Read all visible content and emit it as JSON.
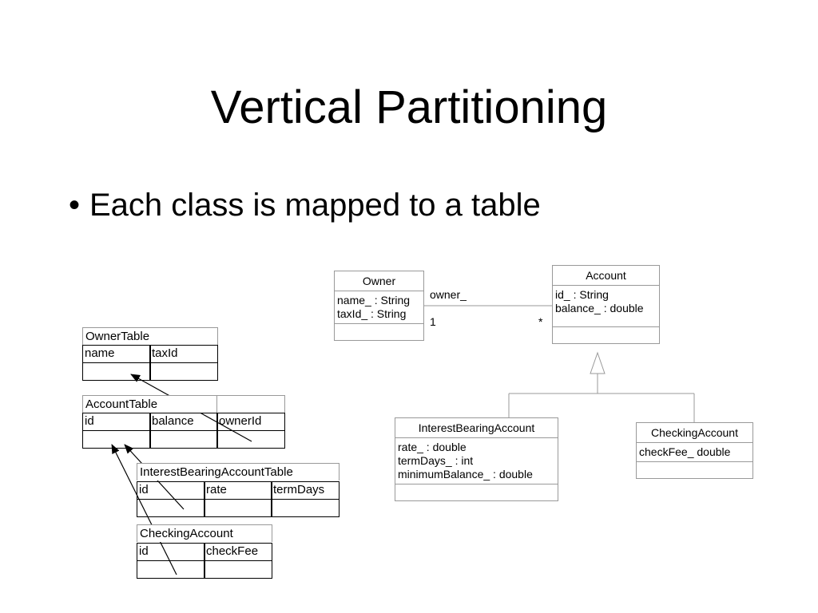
{
  "slide": {
    "title": "Vertical Partitioning",
    "bullet": "Each class is mapped to a table",
    "bullet_marker": "•"
  },
  "uml": {
    "owner": {
      "name": "Owner",
      "attributes": [
        "name_ : String",
        "taxId_ : String"
      ]
    },
    "account": {
      "name": "Account",
      "attributes": [
        "id_ : String",
        "balance_ : double"
      ]
    },
    "interest_bearing": {
      "name": "InterestBearingAccount",
      "attributes": [
        "rate_ : double",
        "termDays_ : int",
        "minimumBalance_ : double"
      ]
    },
    "checking": {
      "name": "CheckingAccount",
      "attributes": [
        "checkFee_ double"
      ]
    },
    "association": {
      "role": "owner_",
      "mult_owner": "1",
      "mult_account": "*"
    }
  },
  "tables": {
    "owner_table": {
      "name": "OwnerTable",
      "columns": [
        "name",
        "taxId"
      ]
    },
    "account_table": {
      "name": "AccountTable",
      "columns": [
        "id",
        "balance",
        "ownerId"
      ]
    },
    "interest_table": {
      "name": "InterestBearingAccountTable",
      "columns": [
        "id",
        "rate",
        "termDays"
      ]
    },
    "checking_table": {
      "name": "CheckingAccount",
      "columns": [
        "id",
        "checkFee"
      ]
    }
  }
}
